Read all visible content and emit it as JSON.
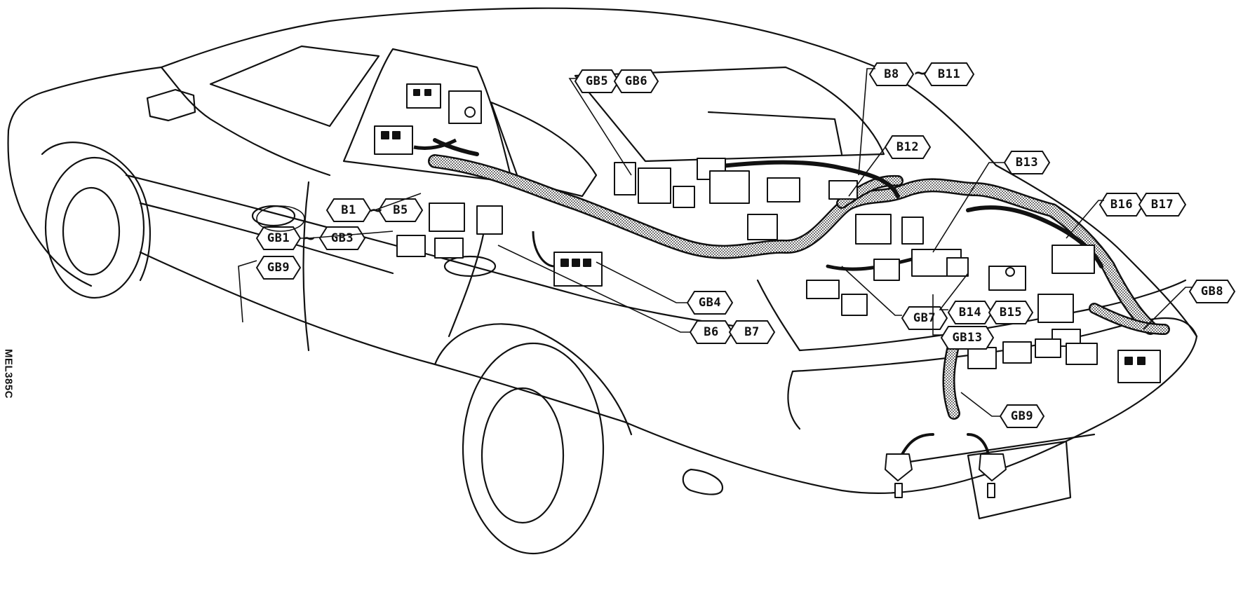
{
  "figure_id": "MEL385C",
  "labels": {
    "gb5": "GB5",
    "gb6": "GB6",
    "b8": "B8",
    "b11": "B11",
    "b12": "B12",
    "b13": "B13",
    "b16": "B16",
    "b17": "B17",
    "gb8": "GB8",
    "b1": "B1",
    "b5": "B5",
    "gb1": "GB1",
    "gb3": "GB3",
    "gb9_left": "GB9",
    "gb4": "GB4",
    "b6": "B6",
    "b7": "B7",
    "gb7": "GB7",
    "b14": "B14",
    "b15": "B15",
    "gb13": "GB13",
    "gb9_right": "GB9"
  },
  "range_separator": "~",
  "colors": {
    "line": "#111111",
    "background": "#ffffff",
    "harness_fill": "#8a8a8a"
  }
}
